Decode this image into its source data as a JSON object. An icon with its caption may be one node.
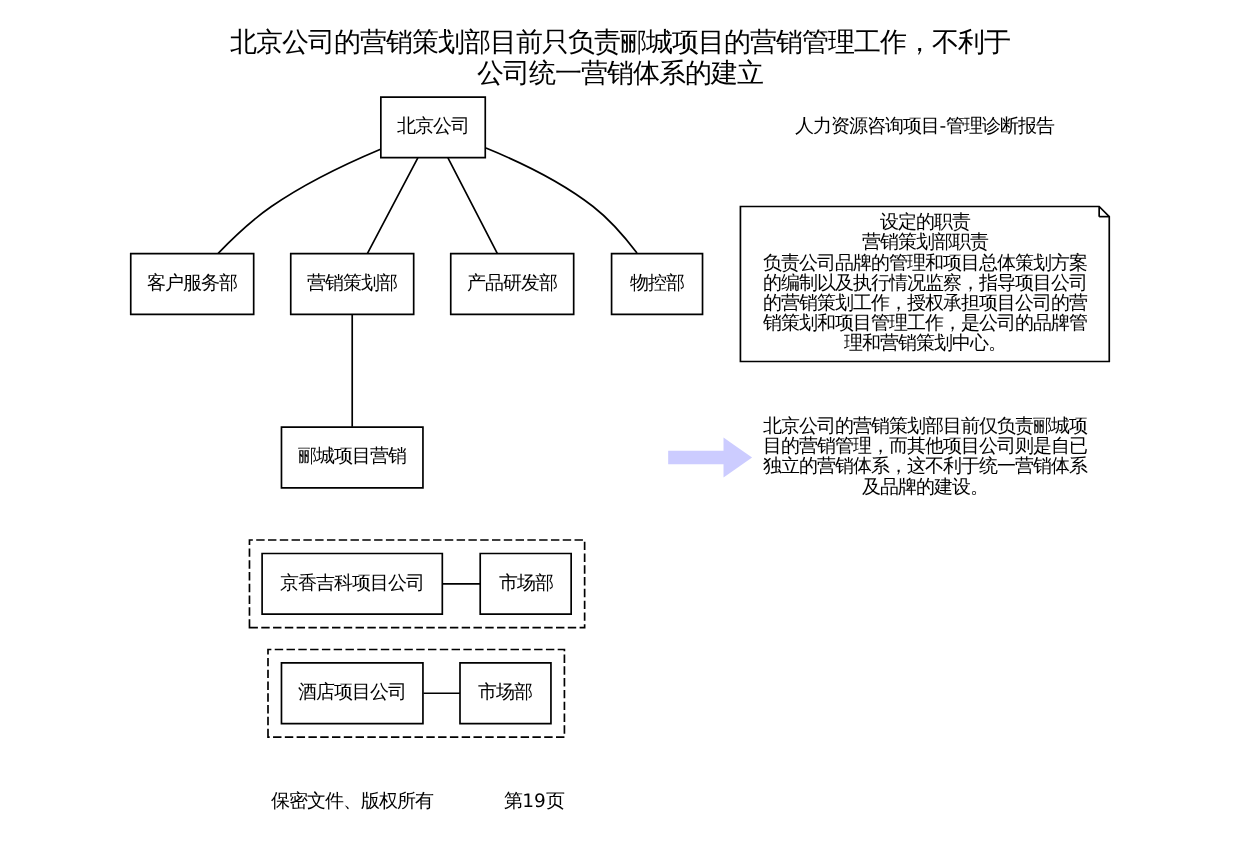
{
  "diagram": {
    "title": "北京公司的营销策划部目前只负责郦城项目的营销管理工作，不利于公司统一营销体系的建立",
    "nodes": [
      {
        "text": [
          "北京公司"
        ]
      },
      {
        "text": [
          "客户服务部"
        ]
      },
      {
        "text": [
          "营销策划部"
        ]
      },
      {
        "text": [
          "产品研发部"
        ]
      },
      {
        "text": [
          "物控部"
        ]
      },
      {
        "text": [
          "郦城项目营销"
        ]
      },
      {
        "text": [],
        "shape": "box"
      },
      {
        "text": [
          "京香吉科项目公司"
        ],
        "in": 6
      },
      {
        "text": [
          "市场部"
        ],
        "in": 6
      },
      {
        "text": [],
        "shape": "box"
      },
      {
        "text": [
          "酒店项目公司"
        ],
        "in": 9
      },
      {
        "text": [
          "市场部"
        ],
        "in": 9
      },
      {
        "text": [
          "设定的职责",
          "营销策划部职责",
          "负责公司品牌的管理和项目总体策划方案的编制以及执行情况监察，指导项目公司的营销策划工作，授权承担项目公司的营销策划和项目管理工作，是公司的品牌管理和营销策划中心。"
        ]
      },
      {
        "text": [
          "北京公司的营销策划部目前仅负责郦城项目的营销管理，而其他项目公司则是自已独立的营销体系，这不利于统一营销体系及品牌的建设。"
        ]
      }
    ],
    "edges": [
      {
        "from": 0,
        "to": 1,
        "arrow": "none"
      },
      {
        "from": 0,
        "to": 2,
        "arrow": "none"
      },
      {
        "from": 0,
        "to": 3,
        "arrow": "none"
      },
      {
        "from": 0,
        "to": 4,
        "arrow": "none"
      },
      {
        "from": 2,
        "to": 5,
        "arrow": "none"
      },
      {
        "from": 7,
        "to": 8,
        "arrow": "none"
      },
      {
        "from": 10,
        "to": 11,
        "arrow": "none"
      },
      {
        "from": null,
        "to": 13,
        "arrow": "to",
        "style": "thick",
        "color": "#ccccff"
      }
    ],
    "labels": [
      "人力资源咨询项目-管理诊断报告",
      "保密文件、版权所有",
      "第19页"
    ]
  }
}
